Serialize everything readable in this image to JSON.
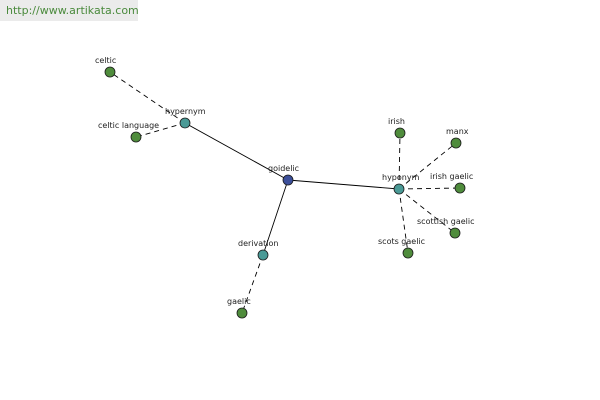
{
  "site_url": "http://www.artikata.com",
  "colors": {
    "center": "#3c4f9a",
    "relation": "#4a9a96",
    "term": "#4f8c3c",
    "banner_bg": "#ebebeb",
    "banner_text": "#4a8a3c"
  },
  "nodes": [
    {
      "id": "goidelic",
      "label": "goidelic",
      "kind": "center"
    },
    {
      "id": "hypernym",
      "label": "hypernym",
      "kind": "relation"
    },
    {
      "id": "hyponym",
      "label": "hyponym",
      "kind": "relation"
    },
    {
      "id": "derivation",
      "label": "derivation",
      "kind": "relation"
    },
    {
      "id": "celtic",
      "label": "celtic",
      "kind": "term"
    },
    {
      "id": "celtic-language",
      "label": "celtic language",
      "kind": "term"
    },
    {
      "id": "irish",
      "label": "irish",
      "kind": "term"
    },
    {
      "id": "manx",
      "label": "manx",
      "kind": "term"
    },
    {
      "id": "irish-gaelic",
      "label": "irish gaelic",
      "kind": "term"
    },
    {
      "id": "scottish-gaelic",
      "label": "scottish gaelic",
      "kind": "term"
    },
    {
      "id": "scots-gaelic",
      "label": "scots gaelic",
      "kind": "term"
    },
    {
      "id": "gaelic",
      "label": "gaelic",
      "kind": "term"
    }
  ],
  "edges": [
    {
      "from": "goidelic",
      "to": "hypernym",
      "style": "solid"
    },
    {
      "from": "goidelic",
      "to": "hyponym",
      "style": "solid"
    },
    {
      "from": "goidelic",
      "to": "derivation",
      "style": "solid"
    },
    {
      "from": "hypernym",
      "to": "celtic",
      "style": "dashed"
    },
    {
      "from": "hypernym",
      "to": "celtic-language",
      "style": "dashed"
    },
    {
      "from": "hyponym",
      "to": "irish",
      "style": "dashed"
    },
    {
      "from": "hyponym",
      "to": "manx",
      "style": "dashed"
    },
    {
      "from": "hyponym",
      "to": "irish-gaelic",
      "style": "dashed"
    },
    {
      "from": "hyponym",
      "to": "scottish-gaelic",
      "style": "dashed"
    },
    {
      "from": "hyponym",
      "to": "scots-gaelic",
      "style": "dashed"
    },
    {
      "from": "derivation",
      "to": "gaelic",
      "style": "dashed"
    }
  ]
}
